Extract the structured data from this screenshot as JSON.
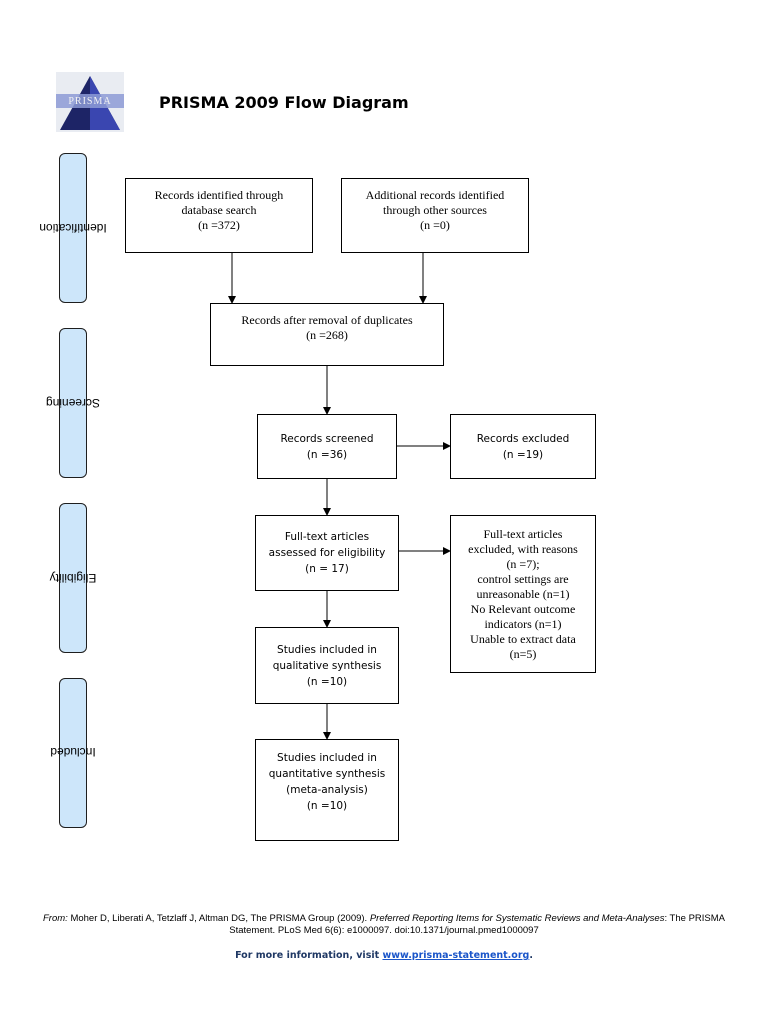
{
  "header": {
    "logo_text": "PRISMA",
    "title": "PRISMA 2009 Flow Diagram"
  },
  "phases": {
    "identification": "Identification",
    "screening": "Screening",
    "eligibility": "Eligibility",
    "included": "Included"
  },
  "boxes": {
    "database_search": [
      "Records identified through",
      "database search",
      "(n =372)"
    ],
    "other_sources": [
      "Additional records identified",
      "through other sources",
      "(n =0)"
    ],
    "after_duplicates": [
      "Records after removal of duplicates",
      "(n =268)"
    ],
    "screened": [
      "Records screened",
      "(n =36)"
    ],
    "excluded": [
      "Records excluded",
      "(n =19)"
    ],
    "full_text": [
      "Full-text articles",
      "assessed for eligibility",
      "(n = 17)"
    ],
    "full_text_excluded": [
      "Full-text articles",
      "excluded, with reasons",
      "(n =7);",
      "control settings are",
      "unreasonable (n=1)",
      "No Relevant outcome",
      "indicators (n=1)",
      "Unable to extract data",
      "(n=5)"
    ],
    "qualitative": [
      "Studies included in",
      "qualitative synthesis",
      "(n =10)"
    ],
    "quantitative": [
      "Studies included in",
      "quantitative synthesis",
      "(meta-analysis)",
      "(n =10)"
    ]
  },
  "footer": {
    "from_label": "From:",
    "citation_1": "Moher D, Liberati A, Tetzlaff J, Altman DG, The PRISMA Group (2009).",
    "citation_title": "Preferred Reporting Items for Systematic Reviews and Meta-Analyses",
    "citation_2": ": The PRISMA Statement. PLoS Med 6(6): e1000097. doi:10.1371/journal.pmed1000097",
    "more_info_prefix": "For more information, visit",
    "more_info_link": "www.prisma-statement.org",
    "more_info_suffix": "."
  }
}
